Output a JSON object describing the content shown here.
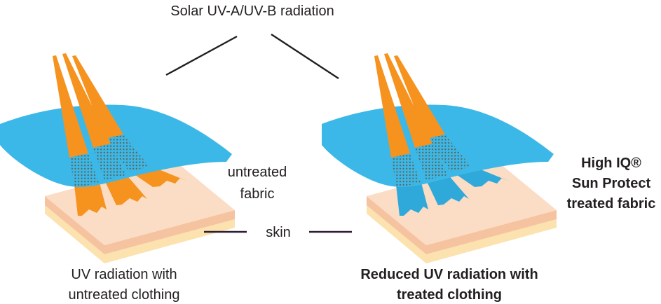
{
  "title": "Solar UV-A/UV-B radiation",
  "diagram": {
    "skin_label": "skin",
    "left": {
      "fabric_label_line1": "untreated",
      "fabric_label_line2": "fabric",
      "caption_line1": "UV radiation with",
      "caption_line2": "untreated clothing"
    },
    "right": {
      "fabric_label_line1": "High IQ®",
      "fabric_label_line2": "Sun Protect",
      "fabric_label_line3": "treated fabric",
      "caption_line1": "Reduced UV radiation with",
      "caption_line2": "treated clothing"
    }
  },
  "colors": {
    "uv_ray_orange": "#F6921E",
    "fabric_blue": "#3CB8E8",
    "reduced_uv_blue": "#2FA9DA",
    "skin_top": "#FBDCC5",
    "skin_middle": "#F6C3A1",
    "skin_bottom": "#FBE2AE",
    "mesh_dots": "#5E6457",
    "text": "#231F20"
  }
}
